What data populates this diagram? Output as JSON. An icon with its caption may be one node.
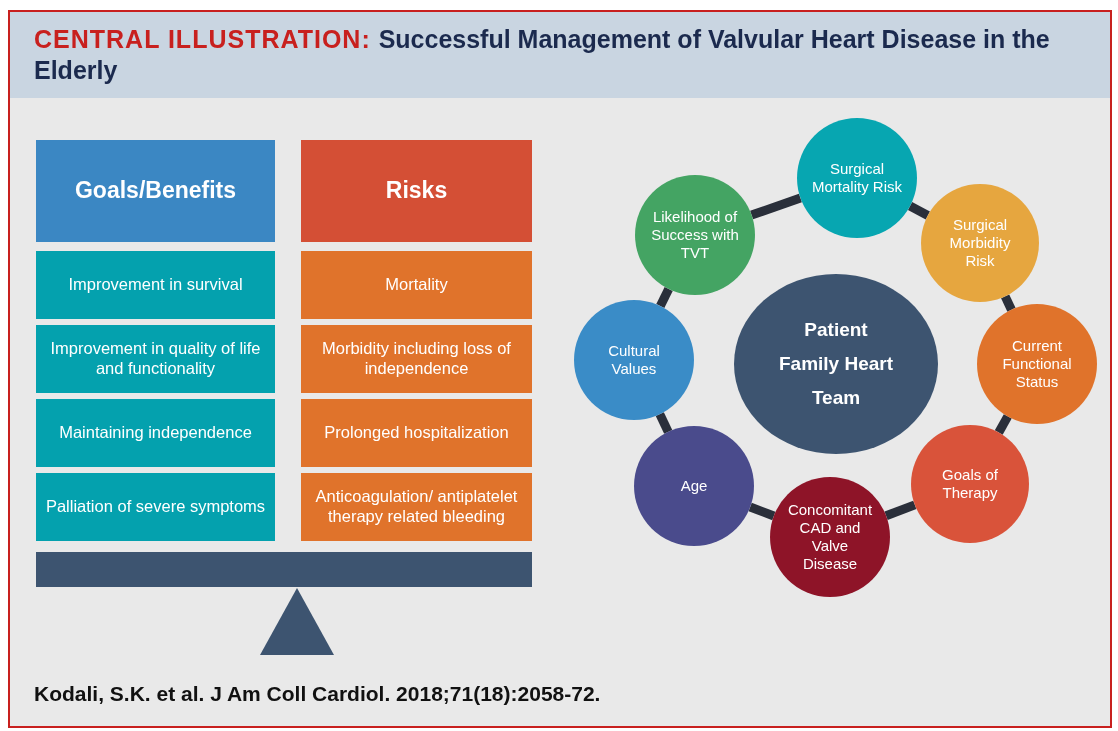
{
  "diagram": {
    "title": "Successful Management of Valvular Heart Disease in the Elderly",
    "caption": "Kodali, S.K. et al. J Am Coll Cardiol. 2018;71(18):2058-72.",
    "nodes": [
      {
        "text": [
          "Goals/Benefits"
        ]
      },
      {
        "text": [
          "Risks"
        ]
      },
      {
        "text": [
          "Improvement in survival"
        ]
      },
      {
        "text": [
          "Improvement in quality of life and functionality"
        ]
      },
      {
        "text": [
          "Maintaining independence"
        ]
      },
      {
        "text": [
          "Palliation of severe symptoms"
        ]
      },
      {
        "text": [
          "Mortality"
        ]
      },
      {
        "text": [
          "Morbidity including loss of independence"
        ]
      },
      {
        "text": [
          "Prolonged hospitalization"
        ]
      },
      {
        "text": [
          "Anticoagulation/ antiplatelet therapy related bleeding"
        ]
      },
      {
        "text": [
          "Patient Family Heart Team"
        ]
      },
      {
        "text": [
          "Surgical Mortality Risk"
        ]
      },
      {
        "text": [
          "Surgical Morbidity Risk"
        ]
      },
      {
        "text": [
          "Current Functional Status"
        ]
      },
      {
        "text": [
          "Goals of Therapy"
        ]
      },
      {
        "text": [
          "Concomitant CAD and Valve Disease"
        ]
      },
      {
        "text": [
          "Age"
        ]
      },
      {
        "text": [
          "Cultural Values"
        ]
      },
      {
        "text": [
          "Likelihood of Success with TVT"
        ]
      }
    ],
    "edges": [
      {
        "from": 11,
        "to": 12,
        "arrow": "none"
      },
      {
        "from": 12,
        "to": 13,
        "arrow": "none"
      },
      {
        "from": 13,
        "to": 14,
        "arrow": "none"
      },
      {
        "from": 14,
        "to": 15,
        "arrow": "none"
      },
      {
        "from": 15,
        "to": 16,
        "arrow": "none"
      },
      {
        "from": 16,
        "to": 17,
        "arrow": "none"
      },
      {
        "from": 17,
        "to": 18,
        "arrow": "none"
      },
      {
        "from": 18,
        "to": 11,
        "arrow": "none"
      }
    ],
    "labels": [
      "CENTRAL ILLUSTRATION:"
    ]
  }
}
